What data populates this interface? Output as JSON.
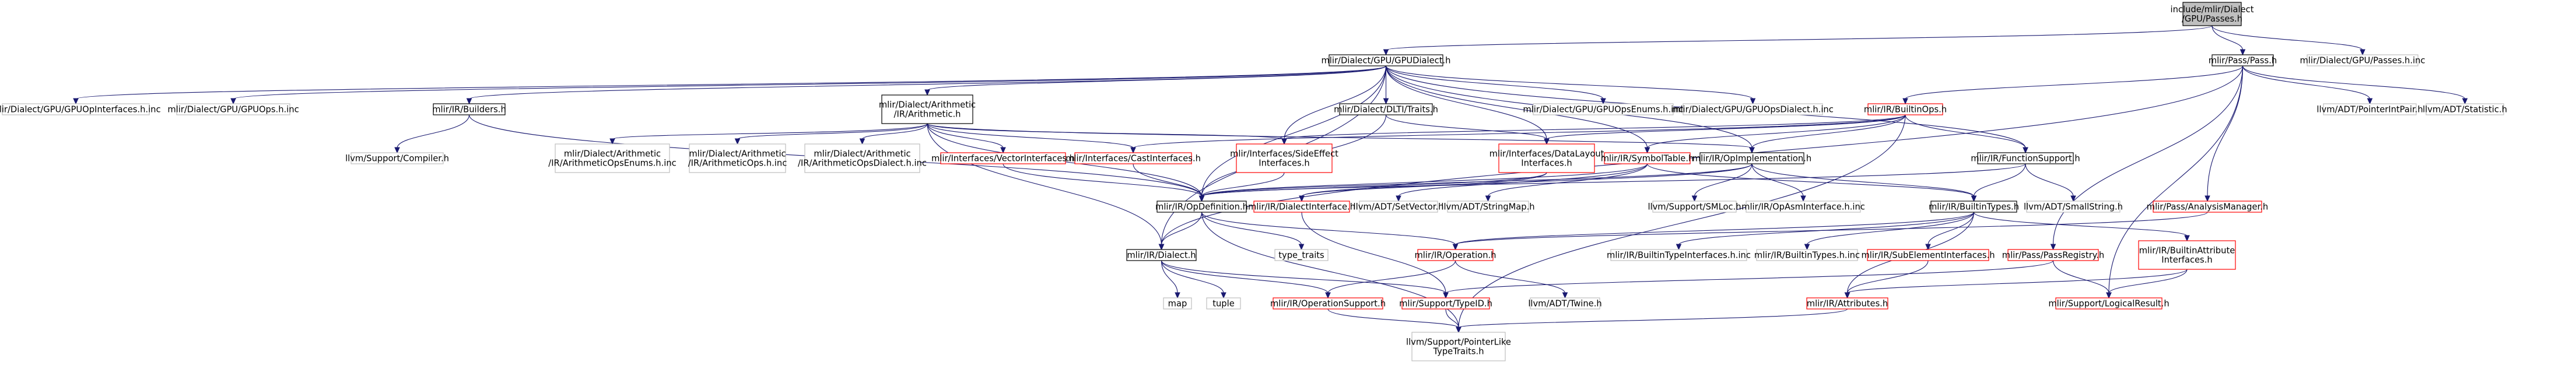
{
  "page_title": "include/mlir/Dialect/GPU/Passes.h",
  "colors": {
    "edge": "#191970",
    "root_fill": "#bfbfbf",
    "node_border_black": "#000000",
    "node_border_grey": "#bfbfbf",
    "node_border_red": "#ff0000",
    "node_fill": "#ffffff",
    "label_text": "#000000"
  },
  "nodes": [
    {
      "id": "passes_h",
      "lines": [
        "include/mlir/Dialect",
        "/GPU/Passes.h"
      ],
      "style": "root"
    },
    {
      "id": "gpudialect_h",
      "lines": [
        "mlir/Dialect/GPU/GPUDialect.h"
      ],
      "style": "black"
    },
    {
      "id": "pass_h",
      "lines": [
        "mlir/Pass/Pass.h"
      ],
      "style": "black"
    },
    {
      "id": "passes_h_inc",
      "lines": [
        "mlir/Dialect/GPU/Passes.h.inc"
      ],
      "style": "grey"
    },
    {
      "id": "gpuopinterfaces_inc",
      "lines": [
        "mlir/Dialect/GPU/GPUOpInterfaces.h.inc"
      ],
      "style": "grey"
    },
    {
      "id": "gpuops_inc",
      "lines": [
        "mlir/Dialect/GPU/GPUOps.h.inc"
      ],
      "style": "grey"
    },
    {
      "id": "builders_h",
      "lines": [
        "mlir/IR/Builders.h"
      ],
      "style": "black"
    },
    {
      "id": "arith_h",
      "lines": [
        "mlir/Dialect/Arithmetic",
        "/IR/Arithmetic.h"
      ],
      "style": "black"
    },
    {
      "id": "dltitraits_h",
      "lines": [
        "mlir/Dialect/DLTI/Traits.h"
      ],
      "style": "black"
    },
    {
      "id": "gpuopsenums_inc",
      "lines": [
        "mlir/Dialect/GPU/GPUOpsEnums.h.inc"
      ],
      "style": "grey"
    },
    {
      "id": "gpuopsdialect_inc",
      "lines": [
        "mlir/Dialect/GPU/GPUOpsDialect.h.inc"
      ],
      "style": "grey"
    },
    {
      "id": "builtinops_h",
      "lines": [
        "mlir/IR/BuiltinOps.h"
      ],
      "style": "red"
    },
    {
      "id": "pointerintpair_h",
      "lines": [
        "llvm/ADT/PointerIntPair.h"
      ],
      "style": "grey"
    },
    {
      "id": "statistic_h",
      "lines": [
        "llvm/ADT/Statistic.h"
      ],
      "style": "grey"
    },
    {
      "id": "compiler_h",
      "lines": [
        "llvm/Support/Compiler.h"
      ],
      "style": "grey"
    },
    {
      "id": "arithopsenums_inc",
      "lines": [
        "mlir/Dialect/Arithmetic",
        "/IR/ArithmeticOpsEnums.h.inc"
      ],
      "style": "grey"
    },
    {
      "id": "arithops_inc",
      "lines": [
        "mlir/Dialect/Arithmetic",
        "/IR/ArithmeticOps.h.inc"
      ],
      "style": "grey"
    },
    {
      "id": "arithopsdialect_inc",
      "lines": [
        "mlir/Dialect/Arithmetic",
        "/IR/ArithmeticOpsDialect.h.inc"
      ],
      "style": "grey"
    },
    {
      "id": "vectorinterfaces_h",
      "lines": [
        "mlir/Interfaces/VectorInterfaces.h"
      ],
      "style": "red"
    },
    {
      "id": "castinterfaces_h",
      "lines": [
        "mlir/Interfaces/CastInterfaces.h"
      ],
      "style": "red"
    },
    {
      "id": "sideeffect_h",
      "lines": [
        "mlir/Interfaces/SideEffect",
        "Interfaces.h"
      ],
      "style": "red"
    },
    {
      "id": "datalayout_h",
      "lines": [
        "mlir/Interfaces/DataLayout",
        "Interfaces.h"
      ],
      "style": "red"
    },
    {
      "id": "symboltable_h",
      "lines": [
        "mlir/IR/SymbolTable.h"
      ],
      "style": "red"
    },
    {
      "id": "opimpl_h",
      "lines": [
        "mlir/IR/OpImplementation.h"
      ],
      "style": "black"
    },
    {
      "id": "functionsupport_h",
      "lines": [
        "mlir/IR/FunctionSupport.h"
      ],
      "style": "black"
    },
    {
      "id": "opdefinition_h",
      "lines": [
        "mlir/IR/OpDefinition.h"
      ],
      "style": "black"
    },
    {
      "id": "dialectinterface_h",
      "lines": [
        "mlir/IR/DialectInterface.h"
      ],
      "style": "red"
    },
    {
      "id": "setvector_h",
      "lines": [
        "llvm/ADT/SetVector.h"
      ],
      "style": "grey"
    },
    {
      "id": "stringmap_h",
      "lines": [
        "llvm/ADT/StringMap.h"
      ],
      "style": "grey"
    },
    {
      "id": "smloc_h",
      "lines": [
        "llvm/Support/SMLoc.h"
      ],
      "style": "grey"
    },
    {
      "id": "opasminterface_inc",
      "lines": [
        "mlir/IR/OpAsmInterface.h.inc"
      ],
      "style": "grey"
    },
    {
      "id": "builtintypes_h",
      "lines": [
        "mlir/IR/BuiltinTypes.h"
      ],
      "style": "black"
    },
    {
      "id": "smallstring_h",
      "lines": [
        "llvm/ADT/SmallString.h"
      ],
      "style": "grey"
    },
    {
      "id": "analysismanager_h",
      "lines": [
        "mlir/Pass/AnalysisManager.h"
      ],
      "style": "red"
    },
    {
      "id": "type_traits",
      "lines": [
        "type_traits"
      ],
      "style": "grey"
    },
    {
      "id": "dialect_h",
      "lines": [
        "mlir/IR/Dialect.h"
      ],
      "style": "black"
    },
    {
      "id": "operation_h",
      "lines": [
        "mlir/IR/Operation.h"
      ],
      "style": "red"
    },
    {
      "id": "builtintypeinterfaces_inc",
      "lines": [
        "mlir/IR/BuiltinTypeInterfaces.h.inc"
      ],
      "style": "grey"
    },
    {
      "id": "builtintypes_inc",
      "lines": [
        "mlir/IR/BuiltinTypes.h.inc"
      ],
      "style": "grey"
    },
    {
      "id": "subelementinterfaces_h",
      "lines": [
        "mlir/IR/SubElementInterfaces.h"
      ],
      "style": "red"
    },
    {
      "id": "passregistry_h",
      "lines": [
        "mlir/Pass/PassRegistry.h"
      ],
      "style": "red"
    },
    {
      "id": "builtinattrinterfaces_h",
      "lines": [
        "mlir/IR/BuiltinAttribute",
        "Interfaces.h"
      ],
      "style": "red"
    },
    {
      "id": "map",
      "lines": [
        "map"
      ],
      "style": "grey"
    },
    {
      "id": "tuple",
      "lines": [
        "tuple"
      ],
      "style": "grey"
    },
    {
      "id": "operationsupport_h",
      "lines": [
        "mlir/IR/OperationSupport.h"
      ],
      "style": "red"
    },
    {
      "id": "typeid_h",
      "lines": [
        "mlir/Support/TypeID.h"
      ],
      "style": "red"
    },
    {
      "id": "twine_h",
      "lines": [
        "llvm/ADT/Twine.h"
      ],
      "style": "grey"
    },
    {
      "id": "attributes_h",
      "lines": [
        "mlir/IR/Attributes.h"
      ],
      "style": "red"
    },
    {
      "id": "logicalresult_h",
      "lines": [
        "mlir/Support/LogicalResult.h"
      ],
      "style": "red"
    },
    {
      "id": "pointerliketypetraits_h",
      "lines": [
        "llvm/Support/PointerLike",
        "TypeTraits.h"
      ],
      "style": "grey"
    }
  ],
  "edges": [
    [
      "passes_h",
      "gpudialect_h"
    ],
    [
      "passes_h",
      "pass_h"
    ],
    [
      "passes_h",
      "passes_h_inc"
    ],
    [
      "gpudialect_h",
      "gpuopinterfaces_inc"
    ],
    [
      "gpudialect_h",
      "gpuops_inc"
    ],
    [
      "gpudialect_h",
      "builders_h"
    ],
    [
      "gpudialect_h",
      "arith_h"
    ],
    [
      "gpudialect_h",
      "dltitraits_h"
    ],
    [
      "gpudialect_h",
      "gpuopsenums_inc"
    ],
    [
      "gpudialect_h",
      "gpuopsdialect_inc"
    ],
    [
      "gpudialect_h",
      "sideeffect_h"
    ],
    [
      "gpudialect_h",
      "datalayout_h"
    ],
    [
      "gpudialect_h",
      "symboltable_h"
    ],
    [
      "gpudialect_h",
      "opimpl_h"
    ],
    [
      "gpudialect_h",
      "functionsupport_h"
    ],
    [
      "gpudialect_h",
      "opdefinition_h"
    ],
    [
      "gpudialect_h",
      "dialect_h"
    ],
    [
      "pass_h",
      "builtinops_h"
    ],
    [
      "pass_h",
      "pointerintpair_h"
    ],
    [
      "pass_h",
      "statistic_h"
    ],
    [
      "pass_h",
      "analysismanager_h"
    ],
    [
      "pass_h",
      "passregistry_h"
    ],
    [
      "pass_h",
      "logicalresult_h"
    ],
    [
      "pass_h",
      "dialect_h"
    ],
    [
      "builders_h",
      "compiler_h"
    ],
    [
      "builders_h",
      "opdefinition_h"
    ],
    [
      "arith_h",
      "arithopsenums_inc"
    ],
    [
      "arith_h",
      "arithops_inc"
    ],
    [
      "arith_h",
      "arithopsdialect_inc"
    ],
    [
      "arith_h",
      "vectorinterfaces_h"
    ],
    [
      "arith_h",
      "castinterfaces_h"
    ],
    [
      "arith_h",
      "sideeffect_h"
    ],
    [
      "arith_h",
      "opimpl_h"
    ],
    [
      "arith_h",
      "opdefinition_h"
    ],
    [
      "arith_h",
      "dialect_h"
    ],
    [
      "dltitraits_h",
      "datalayout_h"
    ],
    [
      "dltitraits_h",
      "opdefinition_h"
    ],
    [
      "builtinops_h",
      "castinterfaces_h"
    ],
    [
      "builtinops_h",
      "sideeffect_h"
    ],
    [
      "builtinops_h",
      "datalayout_h"
    ],
    [
      "builtinops_h",
      "symboltable_h"
    ],
    [
      "builtinops_h",
      "opimpl_h"
    ],
    [
      "builtinops_h",
      "functionsupport_h"
    ],
    [
      "builtinops_h",
      "pointerliketypetraits_h"
    ],
    [
      "vectorinterfaces_h",
      "opdefinition_h"
    ],
    [
      "castinterfaces_h",
      "opdefinition_h"
    ],
    [
      "sideeffect_h",
      "opdefinition_h"
    ],
    [
      "datalayout_h",
      "opdefinition_h"
    ],
    [
      "datalayout_h",
      "dialectinterface_h"
    ],
    [
      "symboltable_h",
      "opdefinition_h"
    ],
    [
      "symboltable_h",
      "setvector_h"
    ],
    [
      "symboltable_h",
      "stringmap_h"
    ],
    [
      "symboltable_h",
      "builtintypes_h"
    ],
    [
      "opimpl_h",
      "opdefinition_h"
    ],
    [
      "opimpl_h",
      "dialectinterface_h"
    ],
    [
      "opimpl_h",
      "smloc_h"
    ],
    [
      "opimpl_h",
      "opasminterface_inc"
    ],
    [
      "opimpl_h",
      "builtintypes_h"
    ],
    [
      "functionsupport_h",
      "opdefinition_h"
    ],
    [
      "functionsupport_h",
      "builtintypes_h"
    ],
    [
      "functionsupport_h",
      "smallstring_h"
    ],
    [
      "opdefinition_h",
      "type_traits"
    ],
    [
      "opdefinition_h",
      "dialect_h"
    ],
    [
      "opdefinition_h",
      "operation_h"
    ],
    [
      "opdefinition_h",
      "pointerliketypetraits_h"
    ],
    [
      "dialectinterface_h",
      "typeid_h"
    ],
    [
      "builtintypes_h",
      "builtintypeinterfaces_inc"
    ],
    [
      "builtintypes_h",
      "builtintypes_inc"
    ],
    [
      "builtintypes_h",
      "subelementinterfaces_h"
    ],
    [
      "builtintypes_h",
      "builtinattrinterfaces_h"
    ],
    [
      "builtintypes_h",
      "attributes_h"
    ],
    [
      "builtintypes_h",
      "operation_h"
    ],
    [
      "analysismanager_h",
      "operation_h"
    ],
    [
      "dialect_h",
      "map"
    ],
    [
      "dialect_h",
      "tuple"
    ],
    [
      "dialect_h",
      "operationsupport_h"
    ],
    [
      "dialect_h",
      "typeid_h"
    ],
    [
      "operation_h",
      "operationsupport_h"
    ],
    [
      "operation_h",
      "twine_h"
    ],
    [
      "subelementinterfaces_h",
      "attributes_h"
    ],
    [
      "passregistry_h",
      "typeid_h"
    ],
    [
      "passregistry_h",
      "logicalresult_h"
    ],
    [
      "builtinattrinterfaces_h",
      "attributes_h"
    ],
    [
      "builtinattrinterfaces_h",
      "logicalresult_h"
    ],
    [
      "operationsupport_h",
      "pointerliketypetraits_h"
    ],
    [
      "typeid_h",
      "pointerliketypetraits_h"
    ],
    [
      "attributes_h",
      "pointerliketypetraits_h"
    ]
  ]
}
